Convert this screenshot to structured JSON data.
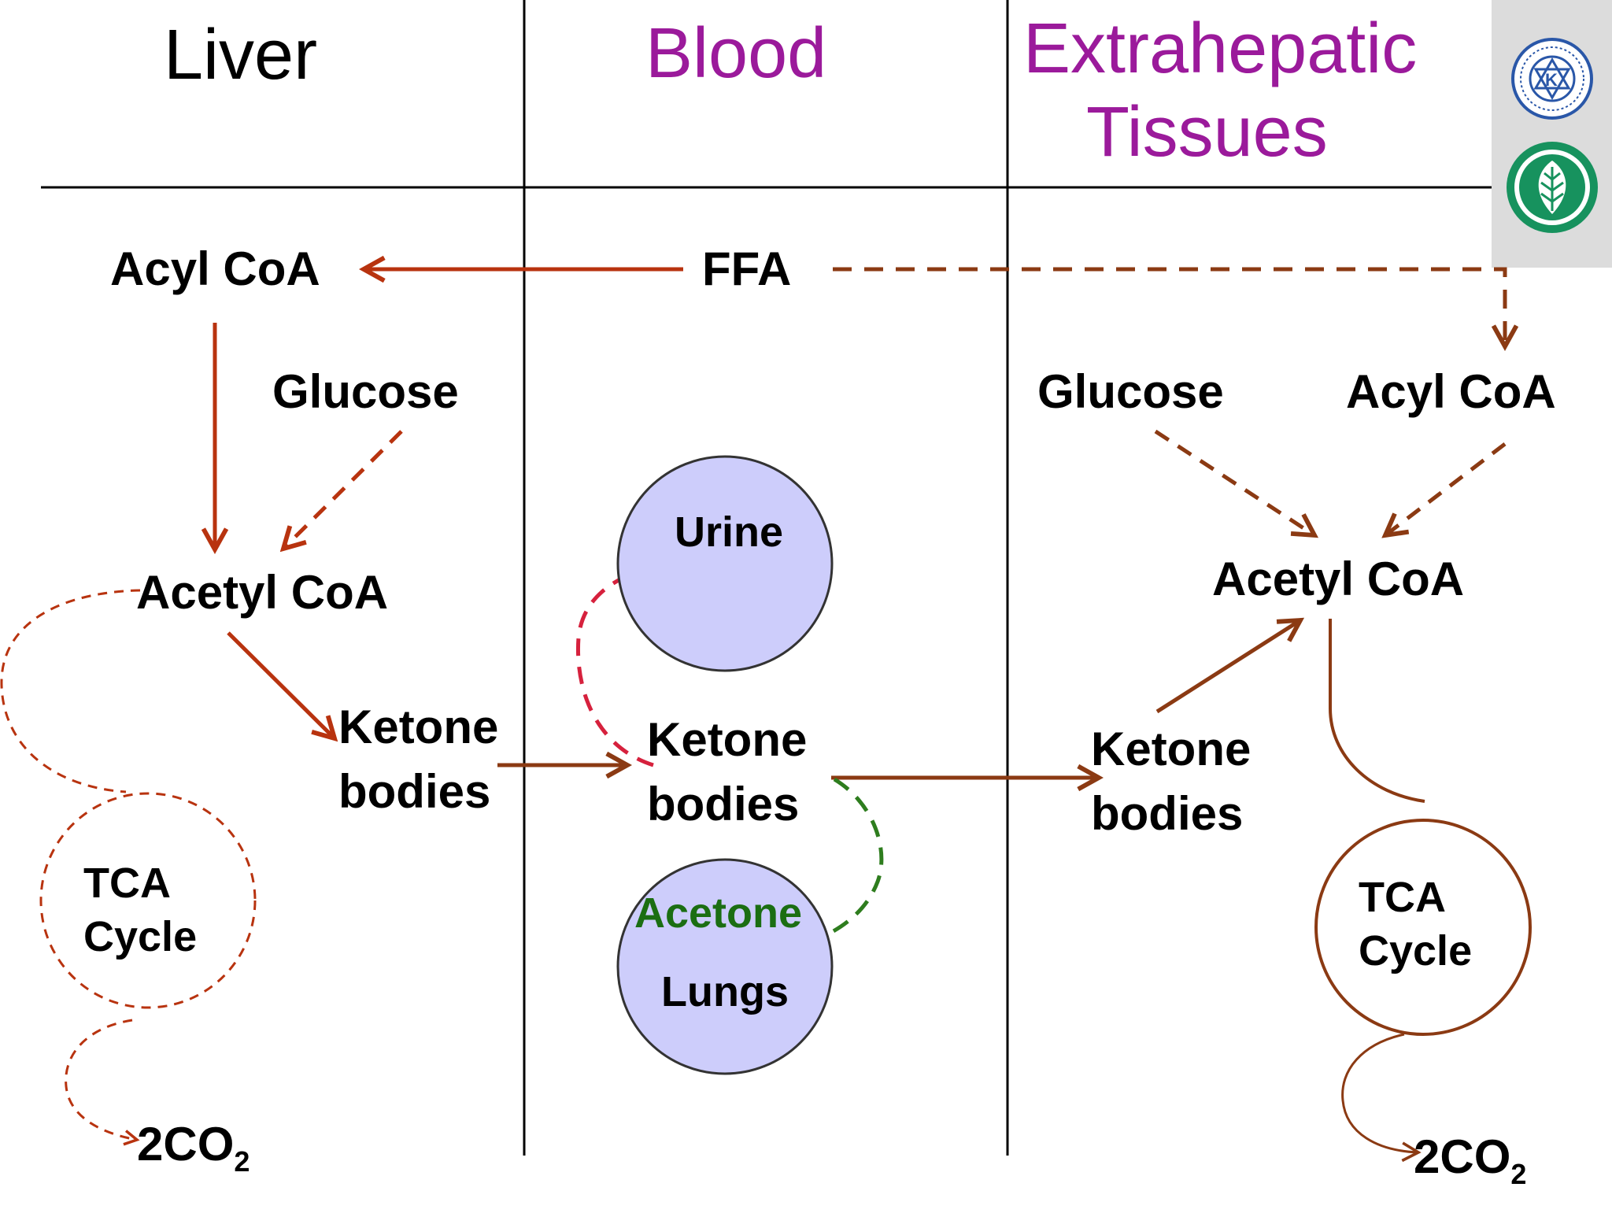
{
  "colors": {
    "black_header": "#000000",
    "purple_header": "#9b1a9b",
    "solid_arrow": "#b8330f",
    "brown_arrow": "#8b3a13",
    "red_dashed": "#d6213d",
    "green_dashed": "#2e7d1e",
    "circle_fill": "#cdcdfb",
    "acetone_green": "#1b6e12"
  },
  "columns": {
    "liver": "Liver",
    "blood": "Blood",
    "extra_line1": "Extrahepatic",
    "extra_line2": "Tissues"
  },
  "liver": {
    "acyl_coa": "Acyl CoA",
    "glucose": "Glucose",
    "acetyl_coa": "Acetyl CoA",
    "ketone_line1": "Ketone",
    "ketone_line2": "bodies",
    "tca_line1": "TCA",
    "tca_line2": "Cycle",
    "co2_main": "2CO",
    "co2_sub": "2"
  },
  "blood": {
    "ffa": "FFA",
    "urine": "Urine",
    "ketone_line1": "Ketone",
    "ketone_line2": "bodies",
    "acetone": "Acetone",
    "lungs": "Lungs"
  },
  "extra": {
    "glucose": "Glucose",
    "acyl_coa": "Acyl CoA",
    "acetyl_coa": "Acetyl CoA",
    "ketone_line1": "Ketone",
    "ketone_line2": "bodies",
    "tca_line1": "TCA",
    "tca_line2": "Cycle",
    "co2_main": "2CO",
    "co2_sub": "2"
  },
  "logos": {
    "top": "university-seal-icon",
    "bottom": "leaf-emblem-icon"
  }
}
